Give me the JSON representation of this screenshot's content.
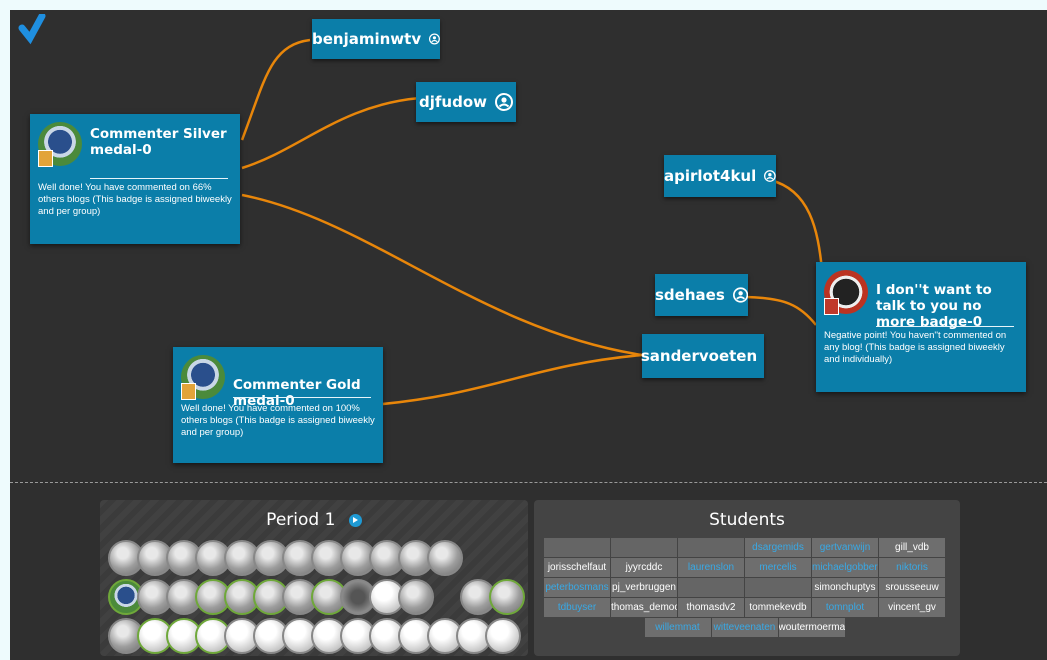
{
  "users": [
    {
      "name": "benjaminwtv"
    },
    {
      "name": "djfudow"
    },
    {
      "name": "apirlot4kul"
    },
    {
      "name": "sdehaes"
    },
    {
      "name": "sandervoeten"
    }
  ],
  "badges": [
    {
      "title": "Commenter Silver medal-0",
      "description": "Well done! You have commented on 66% others blogs (This badge is assigned biweekly and per group)"
    },
    {
      "title": "Commenter Gold medal-0",
      "description": "Well done! You have commented on 100% others blogs (This badge is assigned biweekly and per group)"
    },
    {
      "title": "I don''t want to talk to you no more badge-0",
      "description": "Negative point! You haven''t commented on any blog! (This badge is assigned biweekly and individually)"
    }
  ],
  "period": {
    "title": "Period 1"
  },
  "students": {
    "title": "Students",
    "rows": [
      [
        {
          "name": "",
          "highlight": false
        },
        {
          "name": "",
          "highlight": false
        },
        {
          "name": "",
          "highlight": false
        },
        {
          "name": "dsargemids",
          "highlight": true
        },
        {
          "name": "gertvanwijn",
          "highlight": true
        },
        {
          "name": "gill_vdb",
          "highlight": false
        }
      ],
      [
        {
          "name": "jorisschelfaut",
          "highlight": false
        },
        {
          "name": "jyyrcddc",
          "highlight": false
        },
        {
          "name": "laurenslon",
          "highlight": true
        },
        {
          "name": "mercelis",
          "highlight": true
        },
        {
          "name": "michaelgobbers",
          "highlight": true
        },
        {
          "name": "niktoris",
          "highlight": true
        }
      ],
      [
        {
          "name": "peterbosmans",
          "highlight": true
        },
        {
          "name": "pj_verbruggen",
          "highlight": false
        },
        {
          "name": "",
          "highlight": false
        },
        {
          "name": "",
          "highlight": false
        },
        {
          "name": "simonchuptys",
          "highlight": false
        },
        {
          "name": "srousseeuw",
          "highlight": false
        }
      ],
      [
        {
          "name": "tdbuyser",
          "highlight": true
        },
        {
          "name": "thomas_demoor",
          "highlight": false
        },
        {
          "name": "thomasdv2",
          "highlight": false
        },
        {
          "name": "tommekevdb",
          "highlight": false
        },
        {
          "name": "tomnplot",
          "highlight": true
        },
        {
          "name": "vincent_gv",
          "highlight": false
        }
      ],
      [
        {
          "name": "willemmat",
          "highlight": true
        },
        {
          "name": "witteveenaten",
          "highlight": true
        },
        {
          "name": "woutermoermar",
          "highlight": false
        }
      ]
    ]
  },
  "colors": {
    "node": "#0b7ea9",
    "edge": "#e8860a",
    "highlight": "#38a9e6"
  }
}
